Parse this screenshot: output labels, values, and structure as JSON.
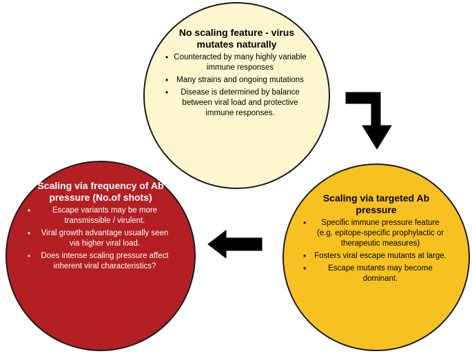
{
  "top_circle": {
    "title": "No scaling feature - virus mutates naturally",
    "bullets": [
      "Counteracted by many highly variable immune responses",
      "Many strains and ongoing mutations",
      "Disease is determined by balance between viral load and protective immune responses."
    ],
    "fill": "#fdf6cf"
  },
  "right_circle": {
    "title": "Scaling via targeted Ab pressure",
    "bullets": [
      "Specific immune pressure feature (e.g. epitope-specific prophylactic or therapeutic measures)",
      "Fosters viral escape mutants at large.",
      "Escape mutants may become dominant."
    ],
    "fill": "#f7c221"
  },
  "left_circle": {
    "title": "Scaling via frequency of Ab pressure (No.of shots)",
    "bullets": [
      "Escape variants may be more transmissible / virulent.",
      "Viral growth advantage usually seen via higher viral load.",
      "Does intense scaling pressure affect inherent viral characteristics?"
    ],
    "fill": "#b31f22"
  },
  "arrows": {
    "color": "#000000",
    "curved_arrow_icon": "curved-arrow-down-right-icon",
    "left_arrow_icon": "arrow-left-icon"
  }
}
